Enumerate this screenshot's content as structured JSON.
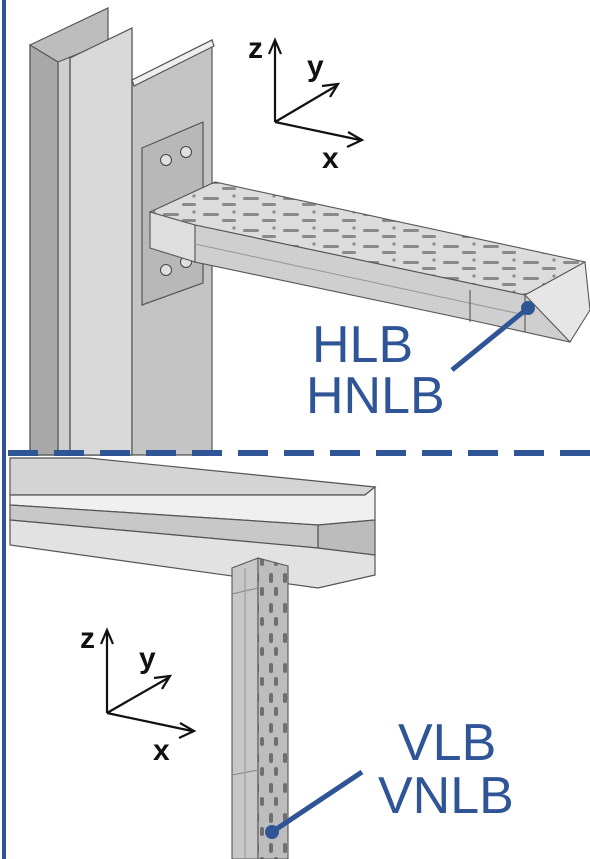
{
  "colors": {
    "accent": "#2f5597",
    "steel_light": "#e4e4e4",
    "steel_mid": "#c9c9c9",
    "steel_dark": "#9d9d9d",
    "edge": "#555555"
  },
  "top_panel": {
    "axes": {
      "z": "z",
      "y": "y",
      "x": "x"
    },
    "callout": {
      "line1": "HLB",
      "line2": "HNLB"
    }
  },
  "bottom_panel": {
    "axes": {
      "z": "z",
      "y": "y",
      "x": "x"
    },
    "callout": {
      "line1": "VLB",
      "line2": "VNLB"
    }
  }
}
